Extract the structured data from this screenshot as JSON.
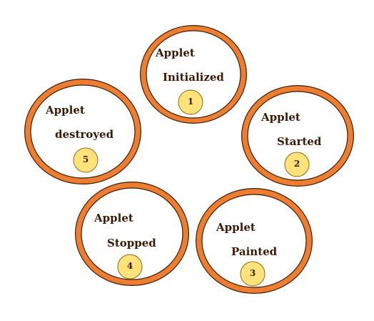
{
  "colors": {
    "ring": "#ED7D31",
    "ring_outline": "#3B1E08",
    "badge_fill": "#FFE27A",
    "badge_stroke": "#8A6A1A",
    "text": "#3A1A06"
  },
  "states": [
    {
      "line1": "Applet",
      "line2": "Initialized",
      "number": "1"
    },
    {
      "line1": "Applet",
      "line2": "Started",
      "number": "2"
    },
    {
      "line1": "Applet",
      "line2": "Painted",
      "number": "3"
    },
    {
      "line1": "Applet",
      "line2": "Stopped",
      "number": "4"
    },
    {
      "line1": "Applet",
      "line2": "destroyed",
      "number": "5"
    }
  ]
}
